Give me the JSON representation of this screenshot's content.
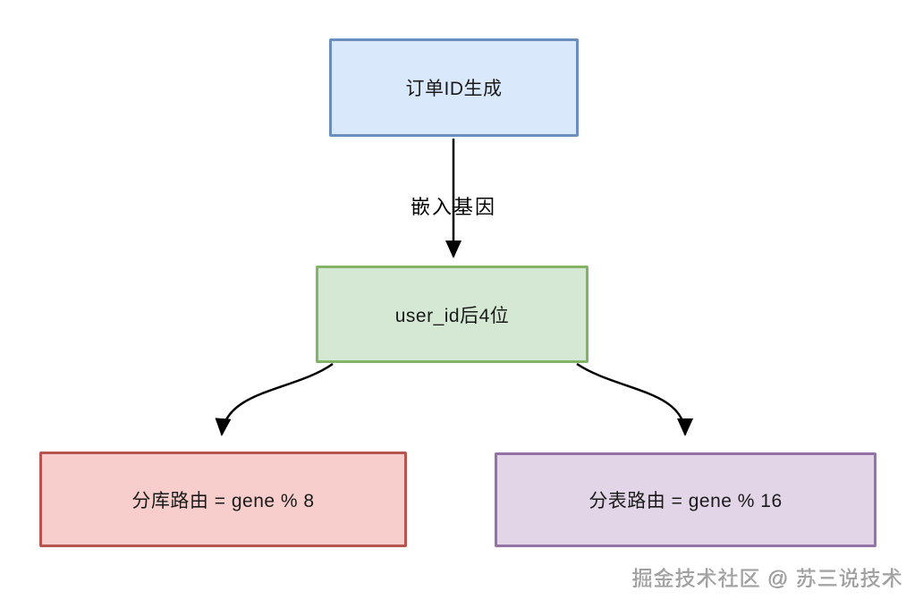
{
  "diagram": {
    "title_hint": "order-id gene sharding flowchart",
    "nodes": {
      "order_id": {
        "label": "订单ID生成",
        "fill": "#dae8fc",
        "border": "#6c8ebf"
      },
      "user_id_last4": {
        "label": "user_id后4位",
        "fill": "#d5e8d4",
        "border": "#82b366"
      },
      "db_route": {
        "label": "分库路由 = gene % 8",
        "fill": "#f8cecc",
        "border": "#b85450"
      },
      "table_route": {
        "label": "分表路由 = gene % 16",
        "fill": "#e1d5e7",
        "border": "#9673a6"
      }
    },
    "edges": {
      "embed_gene": {
        "label": "嵌入基因"
      },
      "to_db_route": {
        "label": ""
      },
      "to_table_route": {
        "label": ""
      }
    },
    "colors": {
      "arrow": "#000000",
      "background": "#ffffff"
    }
  },
  "watermark": {
    "text": "掘金技术社区 @ 苏三说技术"
  }
}
